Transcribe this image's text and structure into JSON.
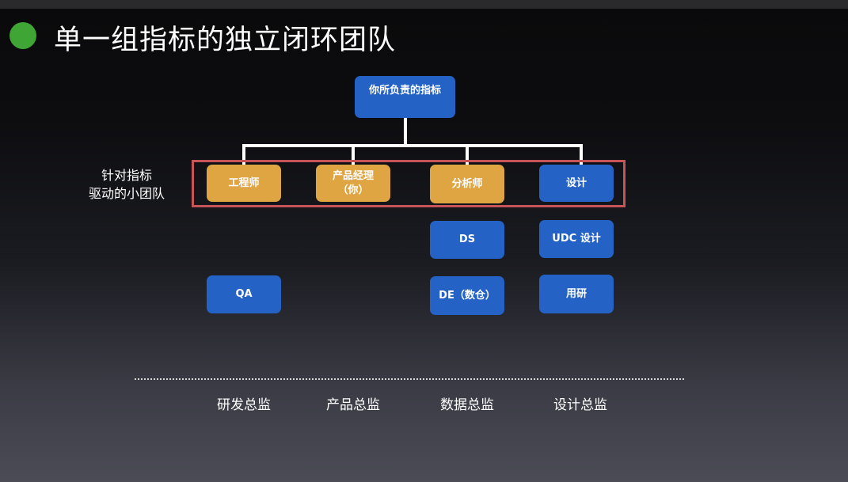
{
  "slide": {
    "title": "单一组指标的独立闭环团队",
    "side_label": "针对指标\n驱动的小团队"
  },
  "colors": {
    "bullet": "#3fa535",
    "blue_box": "#2462c5",
    "orange_box": "#e0a543",
    "frame": "#c8545a"
  },
  "nodes": {
    "root": "你所负责的指标",
    "team": [
      "工程师",
      "产品经理\n（你）",
      "分析师",
      "设计"
    ],
    "ds": "DS",
    "udc": "UDC 设计",
    "qa": "QA",
    "de": "DE（数仓）",
    "research": "用研"
  },
  "directors": [
    "研发总监",
    "产品总监",
    "数据总监",
    "设计总监"
  ]
}
